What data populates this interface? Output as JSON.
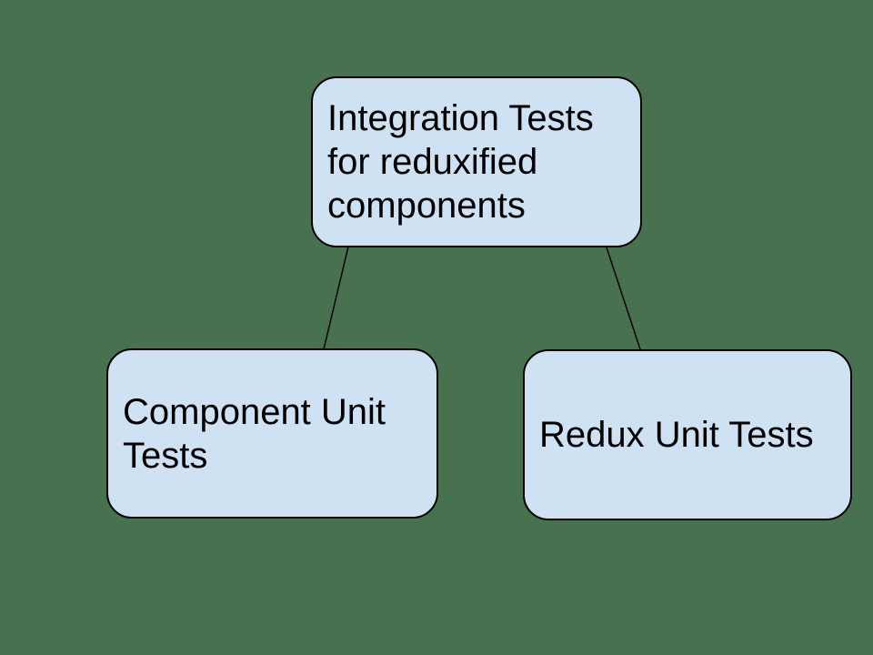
{
  "diagram": {
    "type": "tree-diagram",
    "background_color": "#47714F",
    "node_fill_color": "#CFE2F3",
    "node_border_color": "#000000",
    "edge_color": "#000000",
    "text_color": "#000000",
    "nodes": [
      {
        "id": "integration-tests",
        "label": "Integration Tests\nfor reduxified\ncomponents"
      },
      {
        "id": "component-unit-tests",
        "label": "Component Unit\nTests"
      },
      {
        "id": "redux-unit-tests",
        "label": "Redux Unit Tests"
      }
    ],
    "edges": [
      {
        "from": "integration-tests",
        "to": "component-unit-tests"
      },
      {
        "from": "integration-tests",
        "to": "redux-unit-tests"
      }
    ]
  }
}
